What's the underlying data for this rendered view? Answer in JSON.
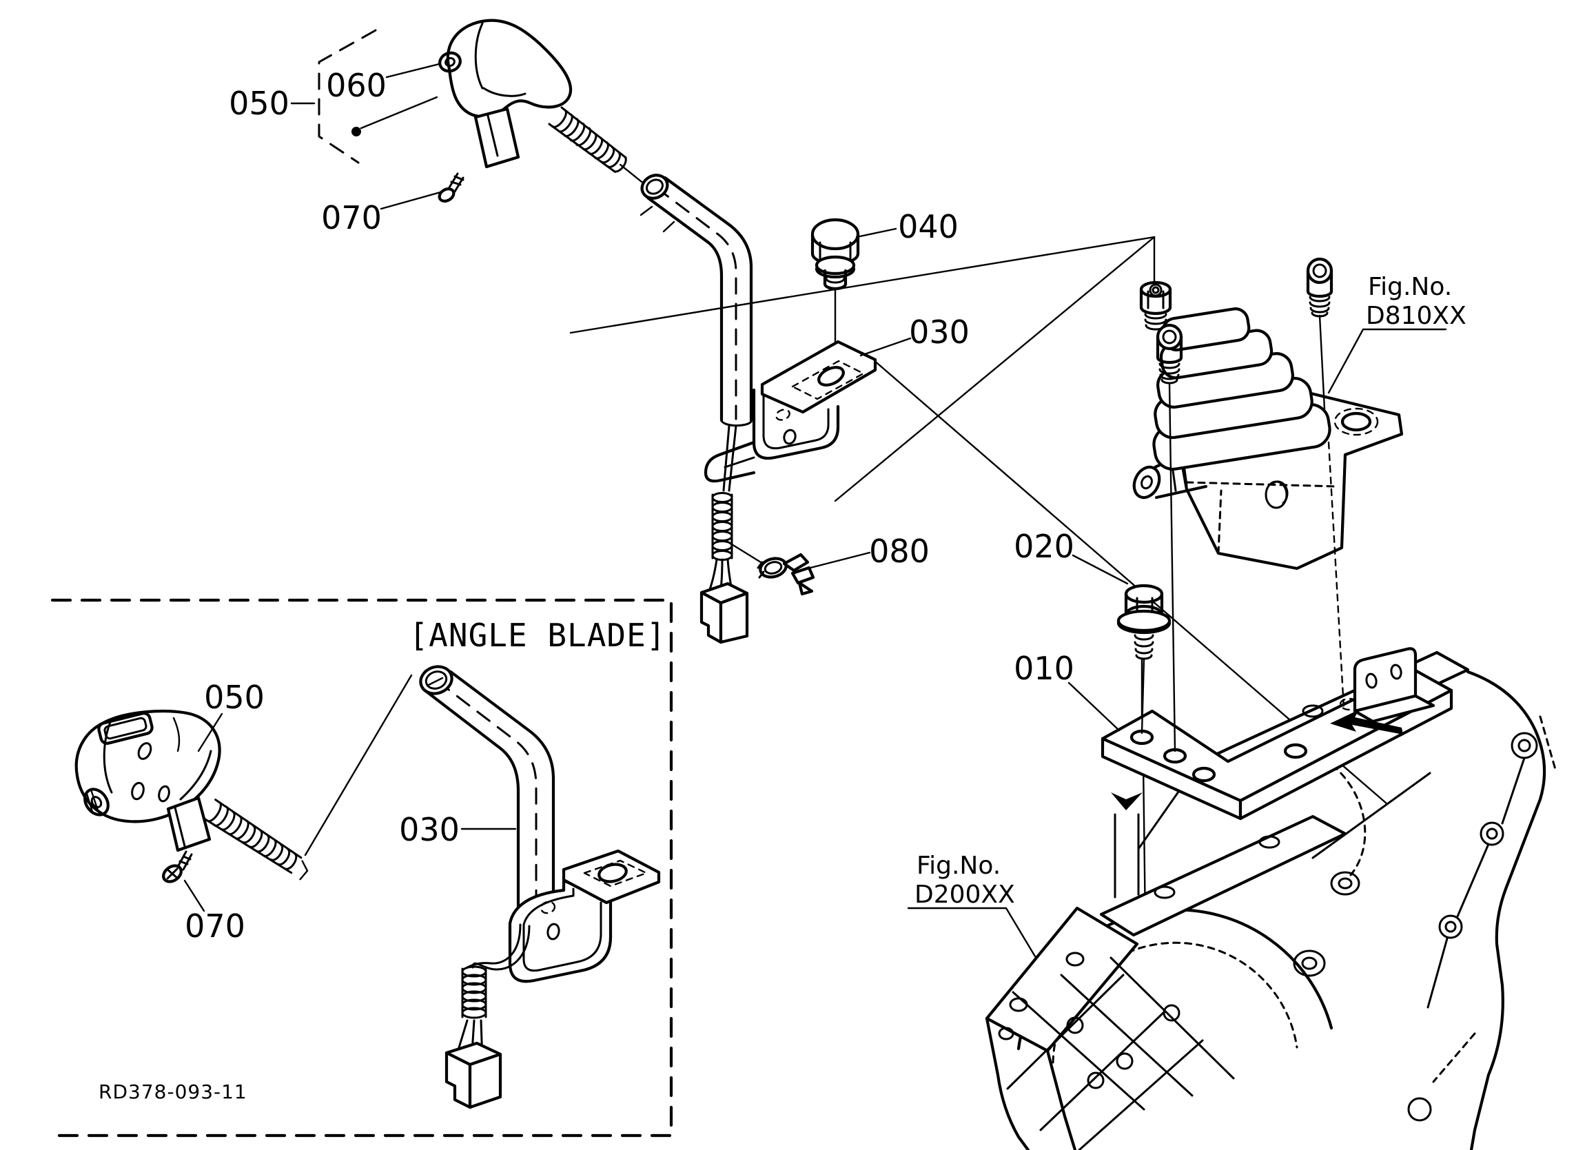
{
  "diagram": {
    "labels": {
      "upper_050": "050",
      "upper_060": "060",
      "upper_070": "070",
      "upper_040": "040",
      "upper_030": "030",
      "upper_080": "080",
      "right_020": "020",
      "right_010": "010",
      "lower_050": "050",
      "lower_030": "030",
      "lower_070": "070"
    },
    "fig_refs": {
      "d810_line1": "Fig.No.",
      "d810_line2": "D810XX",
      "d200_line1": "Fig.No.",
      "d200_line2": "D200XX"
    },
    "section_label": "[ANGLE BLADE]",
    "drawing_number": "RD378-093-11",
    "colors": {
      "line": "#000000",
      "background": "#ffffff"
    }
  }
}
